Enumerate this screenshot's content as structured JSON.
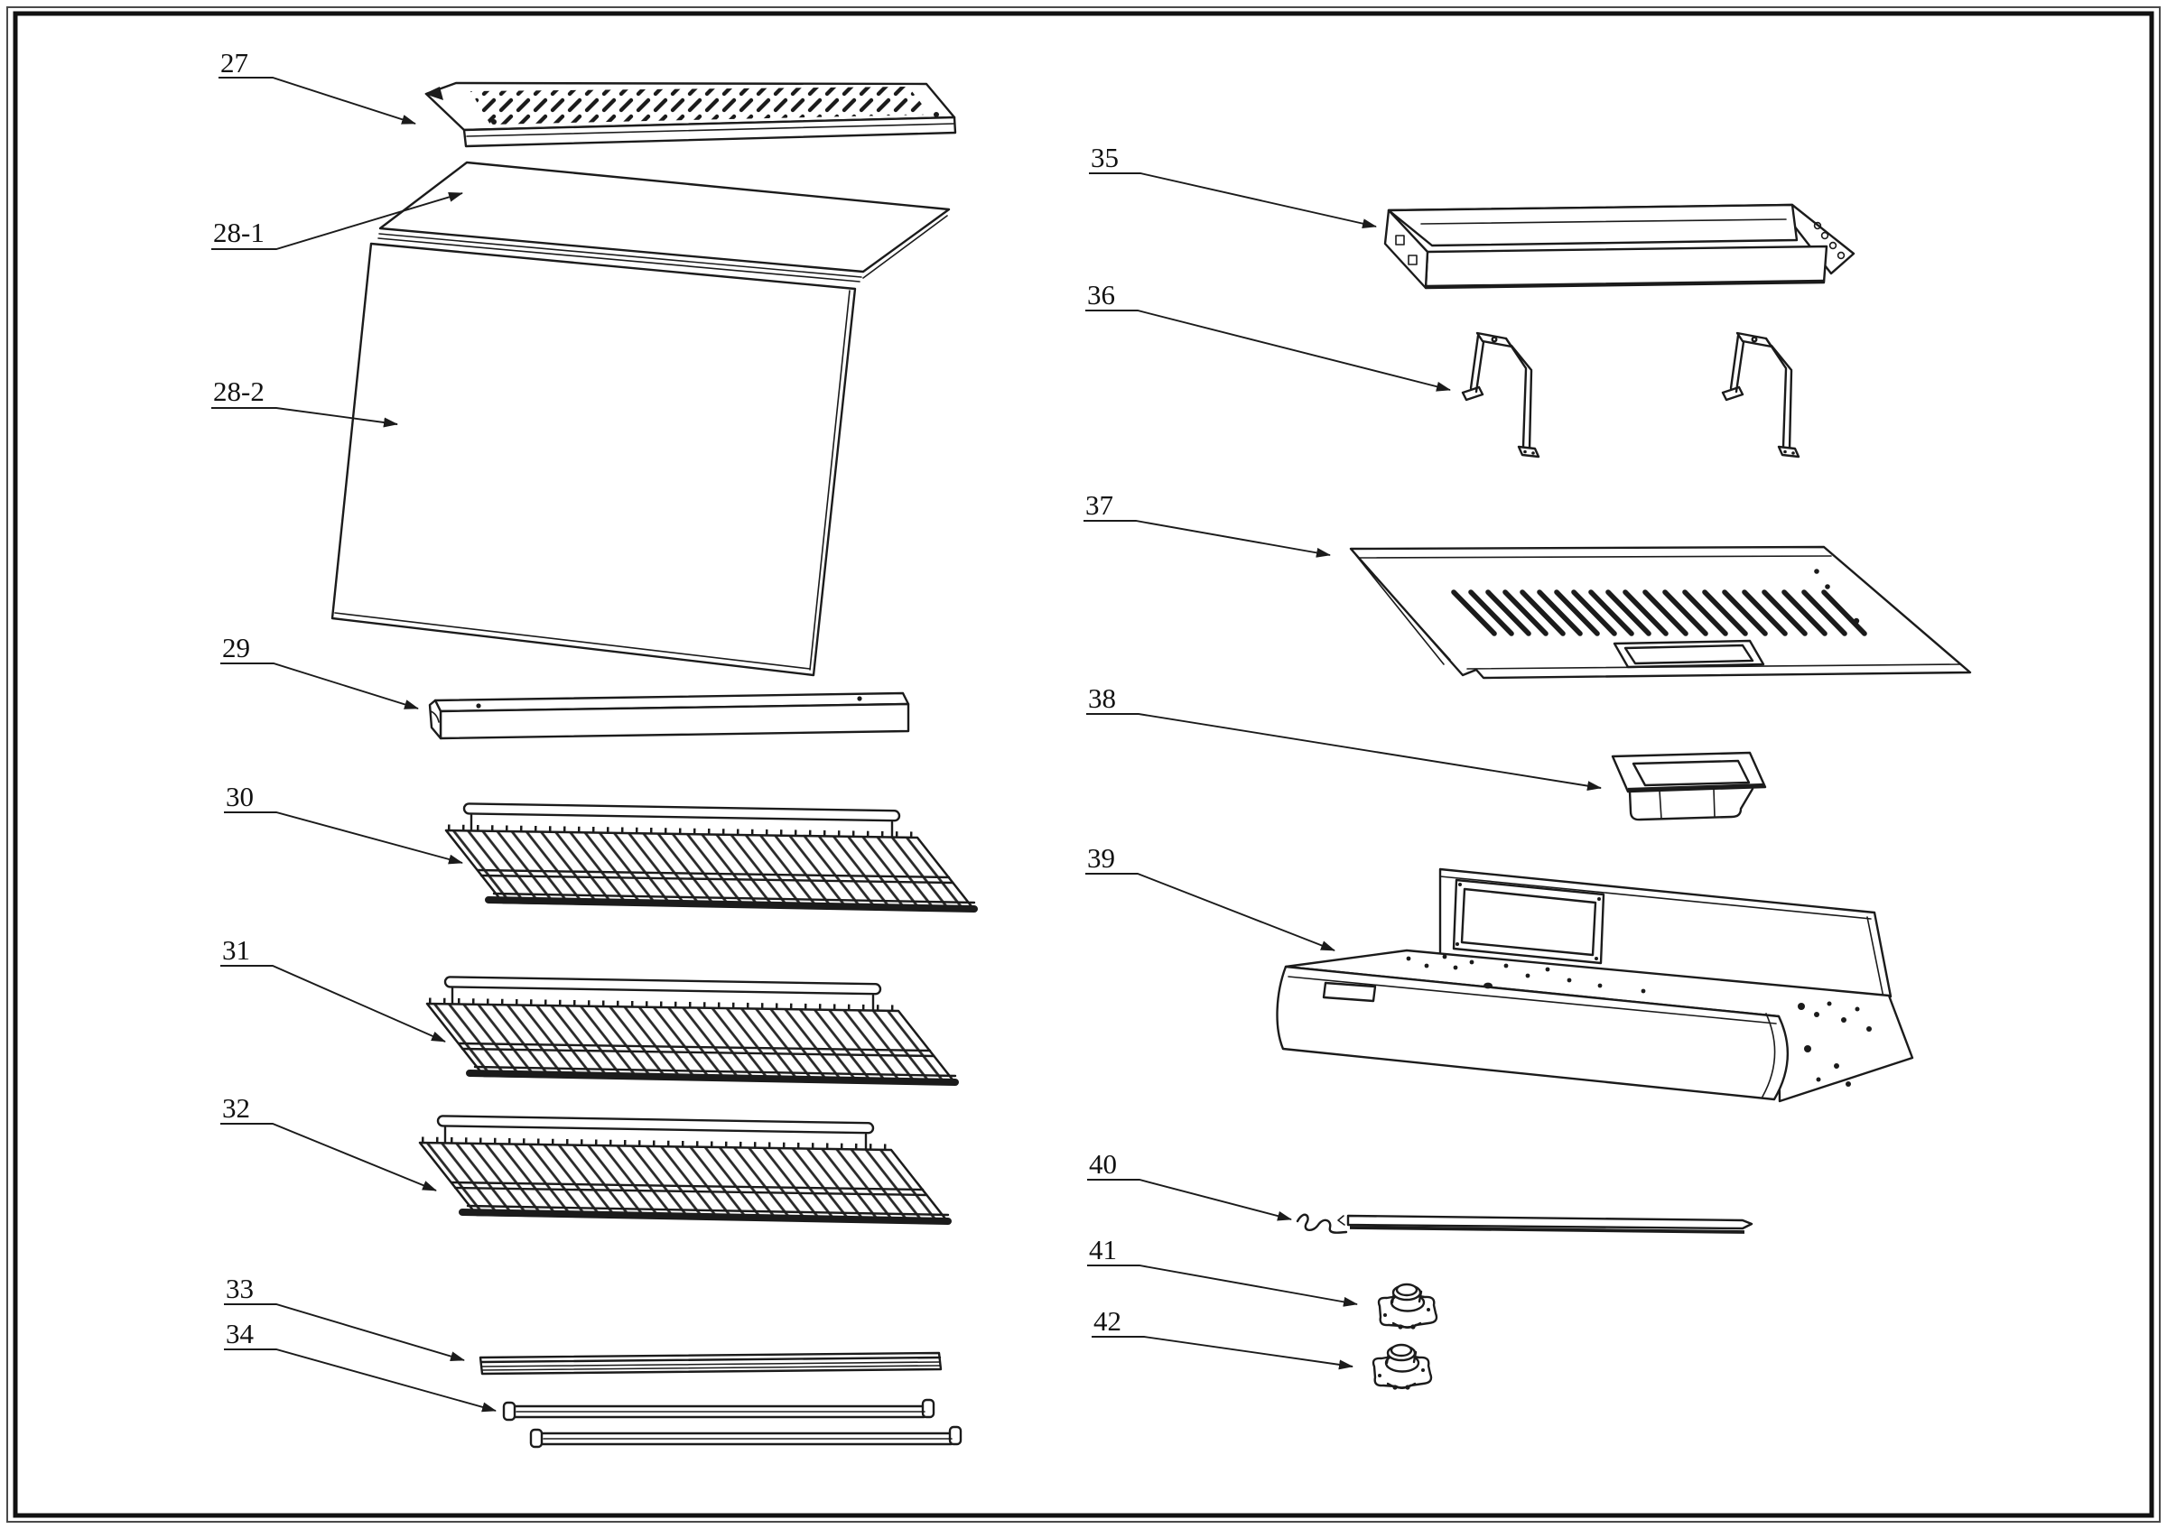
{
  "diagram": {
    "type": "exploded-parts-line-drawing",
    "parts": [
      {
        "label": "27"
      },
      {
        "label": "28-1"
      },
      {
        "label": "28-2"
      },
      {
        "label": "29"
      },
      {
        "label": "30"
      },
      {
        "label": "31"
      },
      {
        "label": "32"
      },
      {
        "label": "33"
      },
      {
        "label": "34"
      },
      {
        "label": "35"
      },
      {
        "label": "36"
      },
      {
        "label": "37"
      },
      {
        "label": "38"
      },
      {
        "label": "39"
      },
      {
        "label": "40"
      },
      {
        "label": "41"
      },
      {
        "label": "42"
      }
    ],
    "colors": {
      "line": "#1b1b1b",
      "background": "#ffffff"
    }
  }
}
